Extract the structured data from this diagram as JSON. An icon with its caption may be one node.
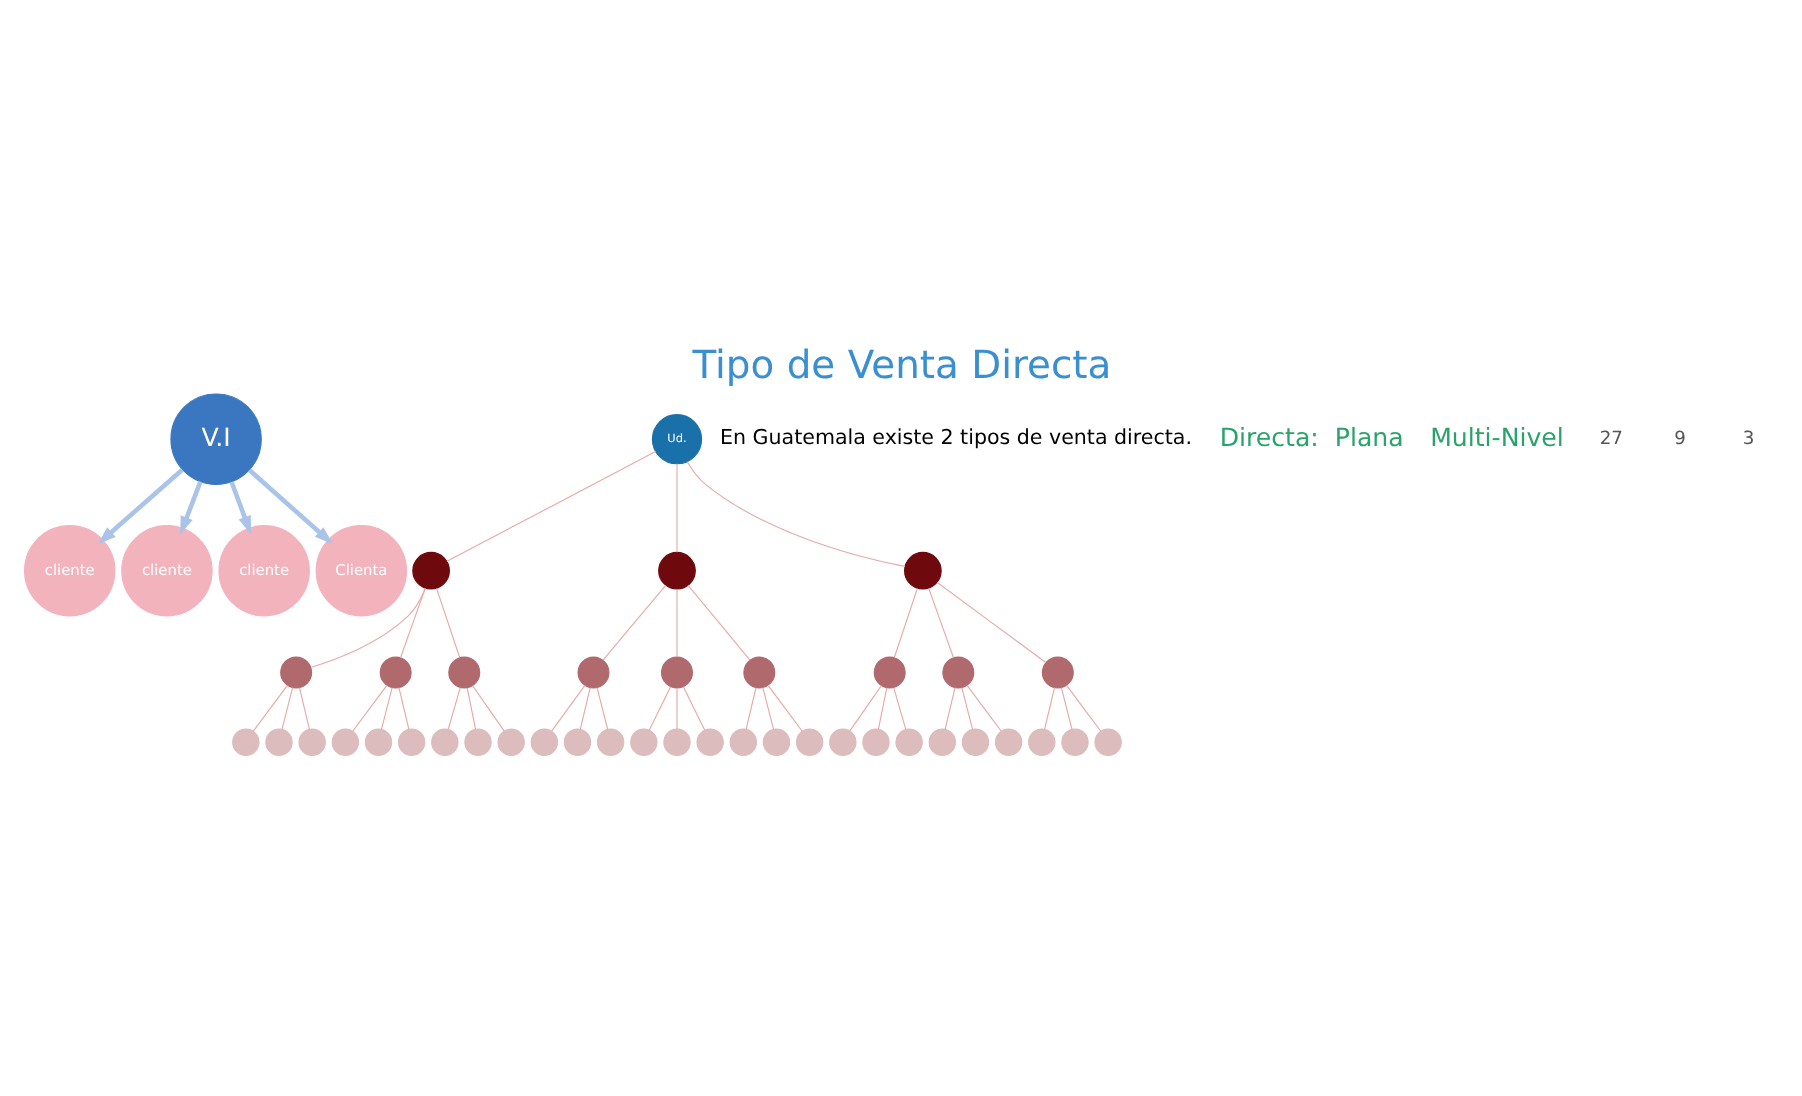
{
  "diagram": {
    "title": "Tipo de Venta Directa",
    "nodes": [
      {
        "text": [
          "cliente"
        ]
      },
      {
        "text": [
          "cliente"
        ]
      },
      {
        "text": [
          "V.I"
        ]
      },
      {
        "text": [
          "cliente"
        ]
      },
      {
        "text": [
          "Clienta"
        ]
      },
      {
        "text": [
          "Ud."
        ]
      },
      {
        "text": [],
        "shape": "circle"
      },
      {
        "text": [],
        "shape": "circle"
      },
      {
        "text": [],
        "shape": "circle"
      },
      {
        "text": [],
        "shape": "circle"
      },
      {
        "text": [],
        "shape": "circle"
      },
      {
        "text": [],
        "shape": "circle"
      },
      {
        "text": [],
        "shape": "circle"
      },
      {
        "text": [],
        "shape": "circle"
      },
      {
        "text": [],
        "shape": "circle"
      },
      {
        "text": [],
        "shape": "circle"
      },
      {
        "text": [],
        "shape": "circle"
      },
      {
        "text": [],
        "shape": "circle"
      },
      {
        "text": [],
        "shape": "circle"
      },
      {
        "text": [],
        "shape": "circle"
      },
      {
        "text": [],
        "shape": "circle"
      },
      {
        "text": [],
        "shape": "circle"
      },
      {
        "text": [],
        "shape": "circle"
      },
      {
        "text": [],
        "shape": "circle"
      },
      {
        "text": [],
        "shape": "circle"
      },
      {
        "text": [],
        "shape": "circle"
      },
      {
        "text": [],
        "shape": "circle"
      },
      {
        "text": [],
        "shape": "circle"
      },
      {
        "text": [],
        "shape": "circle"
      },
      {
        "text": [],
        "shape": "circle"
      },
      {
        "text": [],
        "shape": "circle"
      },
      {
        "text": [],
        "shape": "circle"
      },
      {
        "text": [],
        "shape": "circle"
      },
      {
        "text": [],
        "shape": "circle"
      },
      {
        "text": [],
        "shape": "circle"
      },
      {
        "text": [],
        "shape": "circle"
      },
      {
        "text": [],
        "shape": "circle"
      },
      {
        "text": [],
        "shape": "circle"
      },
      {
        "text": [],
        "shape": "circle"
      },
      {
        "text": [],
        "shape": "circle"
      },
      {
        "text": [],
        "shape": "circle"
      },
      {
        "text": [],
        "shape": "circle"
      },
      {
        "text": [],
        "shape": "circle"
      },
      {
        "text": [],
        "shape": "circle"
      },
      {
        "text": [],
        "shape": "circle"
      }
    ],
    "edges": [
      {
        "from": 2,
        "to": 0,
        "arrow": "to",
        "style": "thick",
        "color": "#a9c4e8"
      },
      {
        "from": 2,
        "to": 1,
        "arrow": "to",
        "style": "thick",
        "color": "#a9c4e8"
      },
      {
        "from": 2,
        "to": 3,
        "arrow": "to",
        "style": "thick",
        "color": "#a9c4e8"
      },
      {
        "from": 2,
        "to": 4,
        "arrow": "to",
        "style": "thick",
        "color": "#a9c4e8"
      },
      {
        "from": 5,
        "to": 6,
        "arrow": "none"
      },
      {
        "from": 5,
        "to": 7,
        "arrow": "none"
      },
      {
        "from": 5,
        "to": 8,
        "arrow": "none"
      },
      {
        "from": 6,
        "to": 9,
        "arrow": "none"
      },
      {
        "from": 6,
        "to": 10,
        "arrow": "none"
      },
      {
        "from": 6,
        "to": 11,
        "arrow": "none"
      },
      {
        "from": 7,
        "to": 12,
        "arrow": "none"
      },
      {
        "from": 7,
        "to": 13,
        "arrow": "none"
      },
      {
        "from": 7,
        "to": 14,
        "arrow": "none"
      },
      {
        "from": 8,
        "to": 15,
        "arrow": "none"
      },
      {
        "from": 8,
        "to": 16,
        "arrow": "none"
      },
      {
        "from": 8,
        "to": 17,
        "arrow": "none"
      },
      {
        "from": 9,
        "to": 18,
        "arrow": "none"
      },
      {
        "from": 9,
        "to": 19,
        "arrow": "none"
      },
      {
        "from": 9,
        "to": 20,
        "arrow": "none"
      },
      {
        "from": 10,
        "to": 21,
        "arrow": "none"
      },
      {
        "from": 10,
        "to": 22,
        "arrow": "none"
      },
      {
        "from": 10,
        "to": 23,
        "arrow": "none"
      },
      {
        "from": 11,
        "to": 24,
        "arrow": "none"
      },
      {
        "from": 11,
        "to": 25,
        "arrow": "none"
      },
      {
        "from": 11,
        "to": 26,
        "arrow": "none"
      },
      {
        "from": 12,
        "to": 27,
        "arrow": "none"
      },
      {
        "from": 12,
        "to": 28,
        "arrow": "none"
      },
      {
        "from": 12,
        "to": 29,
        "arrow": "none"
      },
      {
        "from": 13,
        "to": 30,
        "arrow": "none"
      },
      {
        "from": 13,
        "to": 31,
        "arrow": "none"
      },
      {
        "from": 13,
        "to": 32,
        "arrow": "none"
      },
      {
        "from": 14,
        "to": 33,
        "arrow": "none"
      },
      {
        "from": 14,
        "to": 34,
        "arrow": "none"
      },
      {
        "from": 14,
        "to": 35,
        "arrow": "none"
      },
      {
        "from": 15,
        "to": 36,
        "arrow": "none"
      },
      {
        "from": 15,
        "to": 37,
        "arrow": "none"
      },
      {
        "from": 15,
        "to": 38,
        "arrow": "none"
      },
      {
        "from": 16,
        "to": 39,
        "arrow": "none"
      },
      {
        "from": 16,
        "to": 40,
        "arrow": "none"
      },
      {
        "from": 16,
        "to": 41,
        "arrow": "none"
      },
      {
        "from": 17,
        "to": 42,
        "arrow": "none"
      },
      {
        "from": 17,
        "to": 43,
        "arrow": "none"
      },
      {
        "from": 17,
        "to": 44,
        "arrow": "none"
      }
    ],
    "labels": [
      "En Guatemala existe 2 tipos de venta directa.",
      "Directa:  Plana",
      "Multi-Nivel",
      "27",
      "9",
      "3"
    ]
  }
}
